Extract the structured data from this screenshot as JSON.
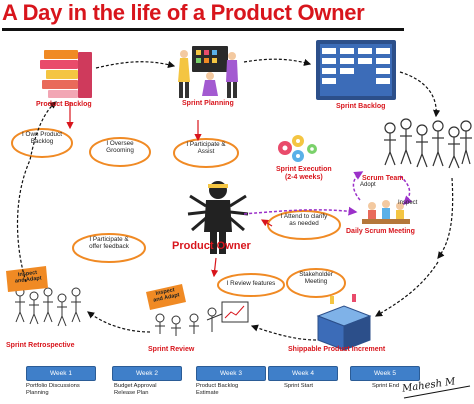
{
  "title": "A Day in the life of a Product Owner",
  "colors": {
    "title": "#d8151c",
    "label": "#d8151c",
    "bubble_border": "#f08a24",
    "dashed_arrow": "#111111",
    "purple_arrow": "#9b30c9",
    "week_box": "#3f7fc9"
  },
  "nodes": {
    "product_backlog": "Product Backlog",
    "sprint_planning": "Sprint Planning",
    "sprint_backlog": "Sprint Backlog",
    "scrum_team": "Scrum Team",
    "sprint_execution": "Sprint Execution\n(2-4 weeks)",
    "daily_scrum": "Daily Scrum Meeting",
    "product_owner": "Product Owner",
    "sprint_retrospective": "Sprint Retrospective",
    "sprint_review": "Sprint Review",
    "shippable_increment": "Shippable Product Increment"
  },
  "bubbles": {
    "own_backlog": "I Own Product\nBacklog",
    "oversee_grooming": "I Oversee\nGrooming",
    "participate_assist": "I Participate &\nAssist",
    "attend_clarify": "I Attend to clarify\nas needed",
    "participate_feedback": "I Participate &\noffer feedback",
    "review_features": "I Review features",
    "stakeholder_meeting": "Stakeholder\nMeeting"
  },
  "tags": {
    "inspect_adapt_left": "Inspect\nand Adapt",
    "inspect_adapt_review": "Inspect\nand Adapt"
  },
  "arrow_labels": {
    "adopt": "Adopt",
    "inspect": "Inspect"
  },
  "weeks": [
    {
      "label": "Week 1",
      "desc": "Portfolio Discussions\nPlanning"
    },
    {
      "label": "Week 2",
      "desc": "Budget Approval\nRelease Plan"
    },
    {
      "label": "Week 3",
      "desc": "Product Backlog\nEstimate"
    },
    {
      "label": "Week 4",
      "desc": "Sprint Start"
    },
    {
      "label": "Week 5",
      "desc": "Sprint End"
    }
  ],
  "signature": "Mahesh M"
}
